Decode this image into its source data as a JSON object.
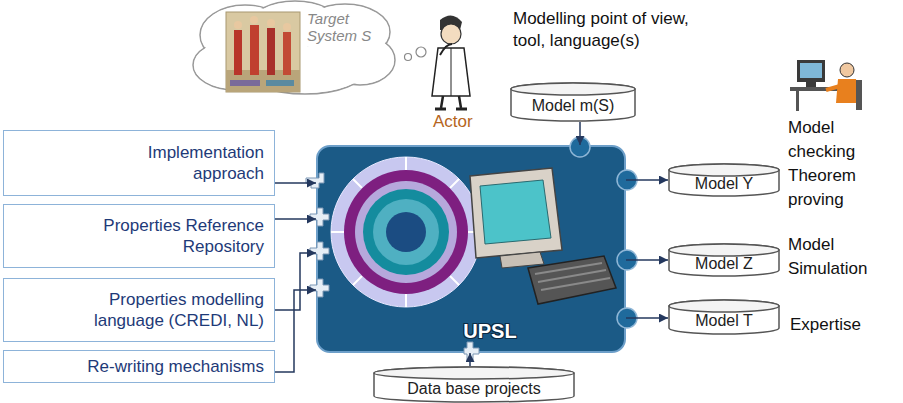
{
  "diagram": {
    "nodes": [
      {
        "text": [
          "Target System S"
        ]
      },
      {
        "text": [
          "Model m(S)"
        ]
      },
      {
        "text": [
          "Implementation approach"
        ]
      },
      {
        "text": [
          "UPSL"
        ]
      },
      {
        "text": [
          "Properties Reference Repository"
        ]
      },
      {
        "text": [
          "Properties modelling language (CREDI, NL)"
        ]
      },
      {
        "text": [
          "Re-writing mechanisms"
        ]
      },
      {
        "text": [
          "Model Y"
        ]
      },
      {
        "text": [
          "Model Z"
        ]
      },
      {
        "text": [
          "Model T"
        ]
      },
      {
        "text": [
          "Data base projects"
        ]
      }
    ],
    "edges": [
      {
        "from": 2,
        "to": 3,
        "arrow": "to"
      },
      {
        "from": 4,
        "to": 3,
        "arrow": "to"
      },
      {
        "from": 5,
        "to": 3,
        "arrow": "to"
      },
      {
        "from": 6,
        "to": 3,
        "arrow": "to"
      },
      {
        "from": 1,
        "to": 3,
        "arrow": "to"
      },
      {
        "from": 10,
        "to": 3,
        "arrow": "to"
      },
      {
        "from": 3,
        "to": 7,
        "arrow": "to"
      },
      {
        "from": 3,
        "to": 8,
        "arrow": "to"
      },
      {
        "from": 3,
        "to": 9,
        "arrow": "to"
      }
    ],
    "labels": [
      "Modelling point of view, tool, language(s)",
      "Actor",
      "Model checking Theorem proving",
      "Model Simulation",
      "Expertise"
    ]
  }
}
